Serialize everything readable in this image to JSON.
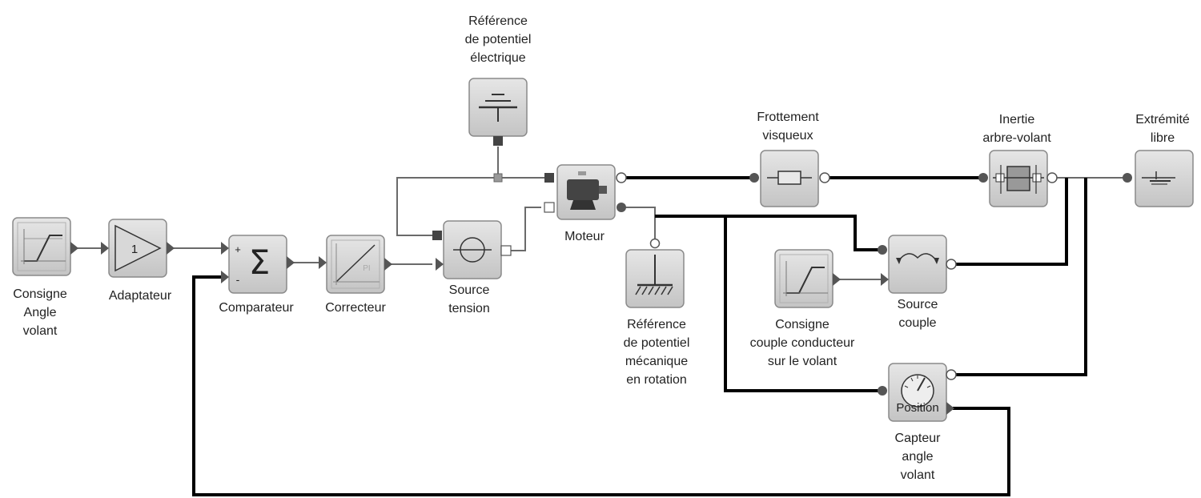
{
  "blocks": {
    "consigne_angle": {
      "label": "Consigne\nAngle\nvolant"
    },
    "adaptateur": {
      "label": "Adaptateur",
      "gain": "1"
    },
    "comparateur": {
      "label": "Comparateur",
      "plus": "+",
      "minus": "-"
    },
    "correcteur": {
      "label": "Correcteur",
      "inner": "PI"
    },
    "source_tension": {
      "label": "Source\ntension"
    },
    "ref_potentiel_elec": {
      "label": "Référence\nde potentiel\nélectrique"
    },
    "moteur": {
      "label": "Moteur"
    },
    "ref_potentiel_meca": {
      "label": "Référence\nde potentiel\nmécanique\nen rotation"
    },
    "frottement": {
      "label": "Frottement\nvisqueux"
    },
    "inertie": {
      "label": "Inertie\narbre-volant"
    },
    "extremite": {
      "label": "Extrémité\nlibre"
    },
    "consigne_couple": {
      "label": "Consigne\ncouple conducteur\nsur le volant"
    },
    "source_couple": {
      "label": "Source\ncouple"
    },
    "capteur": {
      "label": "Capteur\nangle\nvolant",
      "inner": "Position"
    }
  },
  "colors": {
    "block_fill": "#cfcfcf",
    "block_border": "#8a8a8a",
    "wire_thick": "#000000",
    "wire_thin": "#777777",
    "port": "#555555"
  }
}
